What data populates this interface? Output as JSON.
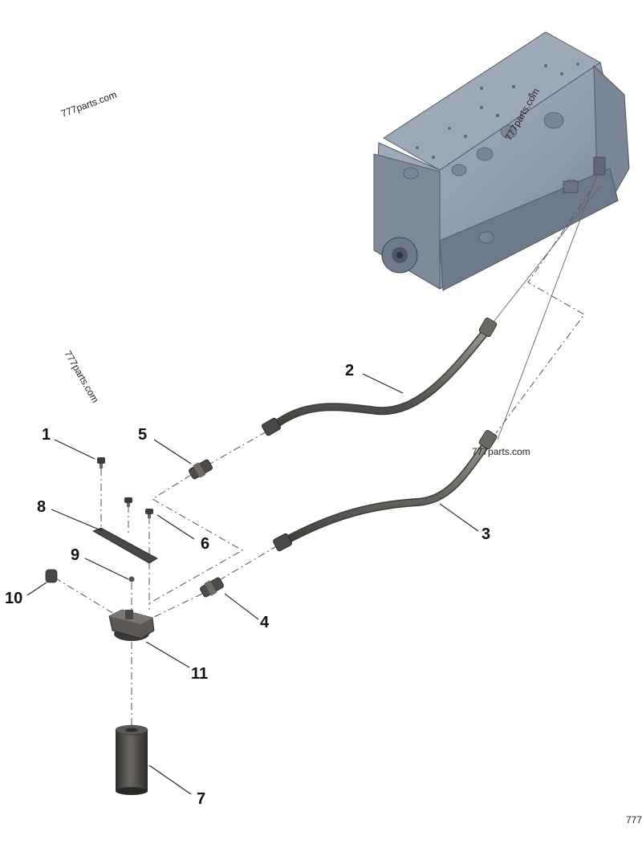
{
  "watermarks": {
    "top_left": "777parts.com",
    "engine": "777parts.com",
    "left_rotated": "777parts.com",
    "middle": "777parts.com",
    "bottom_right": "777"
  },
  "callouts": [
    {
      "id": "c1",
      "label": "1"
    },
    {
      "id": "c2",
      "label": "2"
    },
    {
      "id": "c3",
      "label": "3"
    },
    {
      "id": "c4",
      "label": "4"
    },
    {
      "id": "c5",
      "label": "5"
    },
    {
      "id": "c6",
      "label": "6"
    },
    {
      "id": "c7",
      "label": "7"
    },
    {
      "id": "c8",
      "label": "8"
    },
    {
      "id": "c9",
      "label": "9"
    },
    {
      "id": "c10",
      "label": "10"
    },
    {
      "id": "c11",
      "label": "11"
    }
  ],
  "colors": {
    "engine_body": "#8e9aab",
    "engine_shadow": "#5d6776",
    "hose": "#6d6a66",
    "part_dark": "#3f3d3b",
    "part_mid": "#78756f"
  }
}
